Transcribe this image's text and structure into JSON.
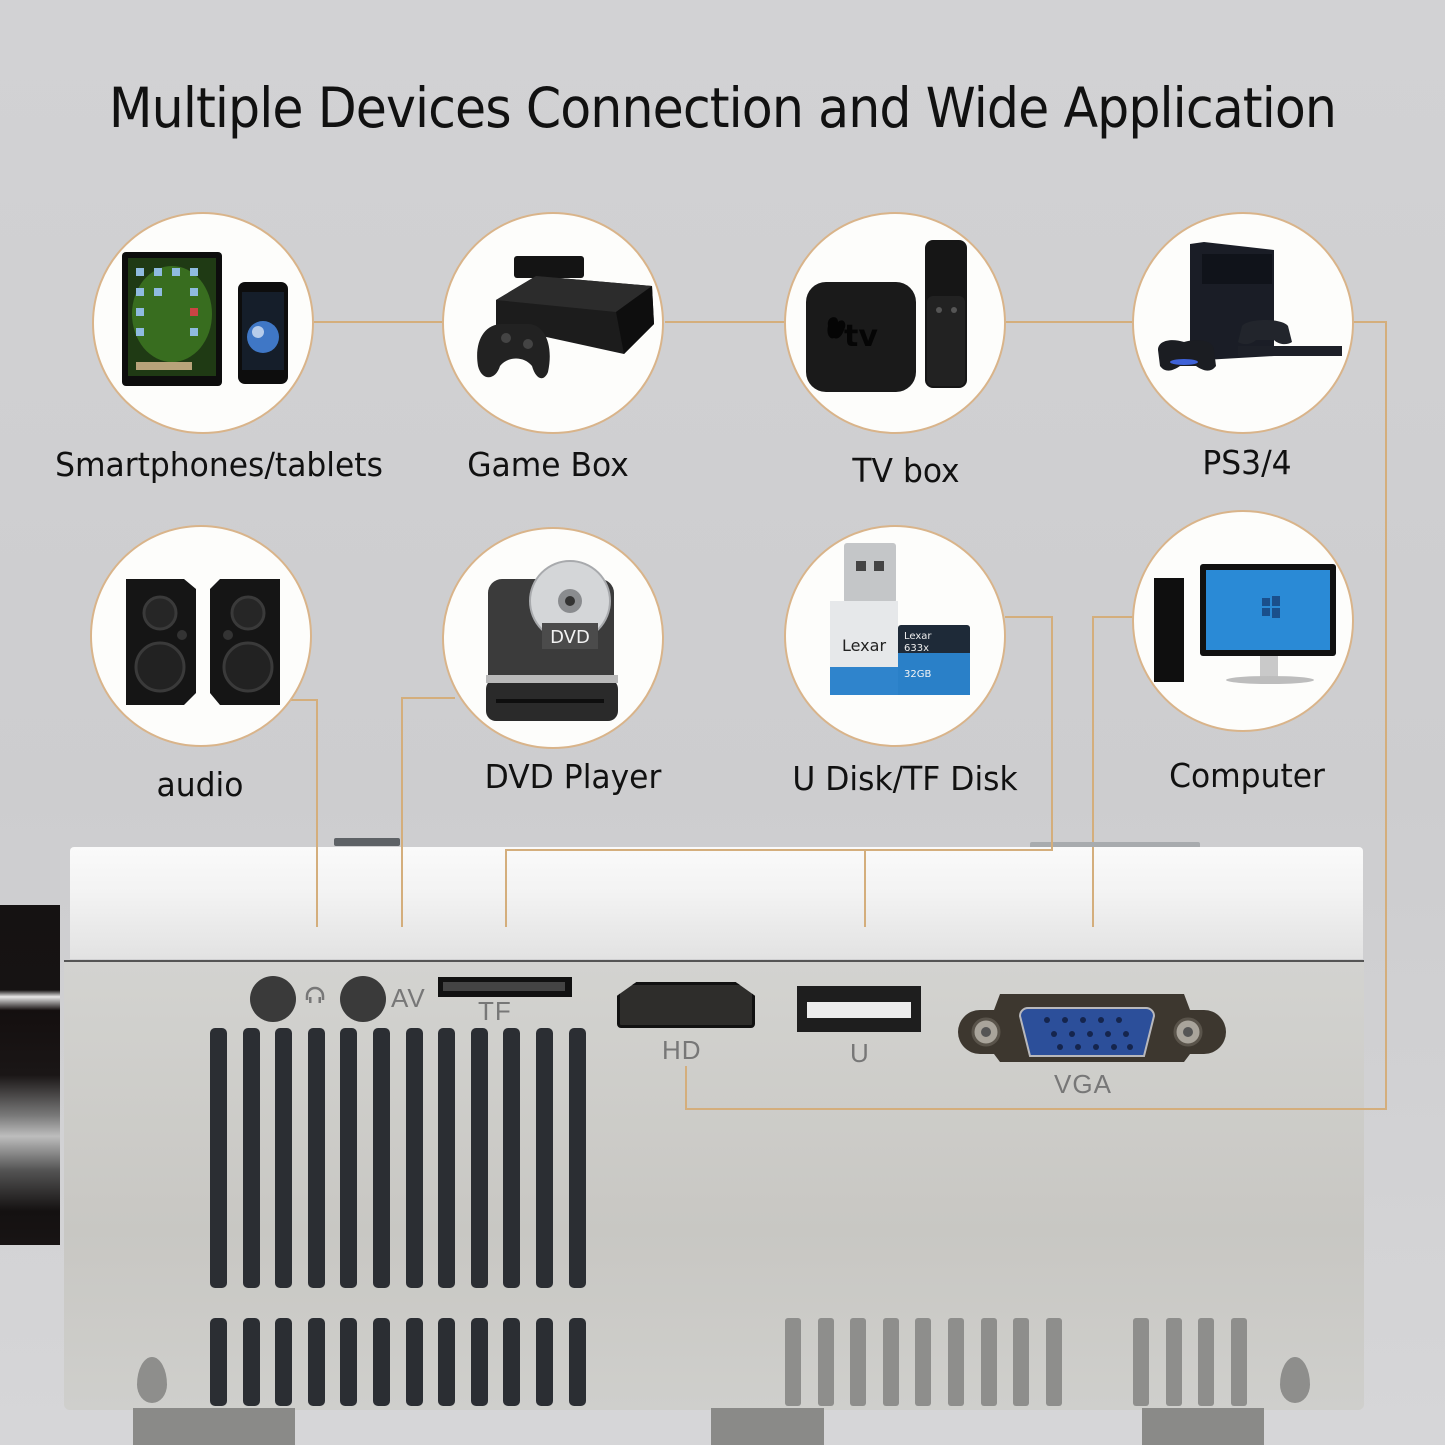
{
  "title": "Multiple Devices Connection and Wide Application",
  "devices": [
    {
      "label": "Smartphones/tablets",
      "icon": "smartphone-tablet-icon"
    },
    {
      "label": "Game Box",
      "icon": "game-console-icon"
    },
    {
      "label": "TV box",
      "icon": "tv-box-icon"
    },
    {
      "label": "PS3/4",
      "icon": "playstation-icon"
    },
    {
      "label": "audio",
      "icon": "speakers-icon"
    },
    {
      "label": "DVD Player",
      "icon": "dvd-player-icon"
    },
    {
      "label": "U Disk/TF Disk",
      "icon": "usb-tf-card-icon"
    },
    {
      "label": "Computer",
      "icon": "computer-icon"
    }
  ],
  "device_images": {
    "tv_logo": "tv",
    "dvd_badge": "DVD",
    "usb_brand": "Lexar",
    "card_brand": "Lexar",
    "card_model": "633x",
    "card_capacity": "32GB"
  },
  "ports": {
    "av": "AV",
    "tf": "TF",
    "hd": "HD",
    "usb": "U",
    "vga": "VGA"
  },
  "colors": {
    "wire": "#d4ae7c",
    "circle_border": "#d9b48a",
    "vga_blue": "#2c4f9a",
    "screen_blue": "#2a8ad6"
  }
}
